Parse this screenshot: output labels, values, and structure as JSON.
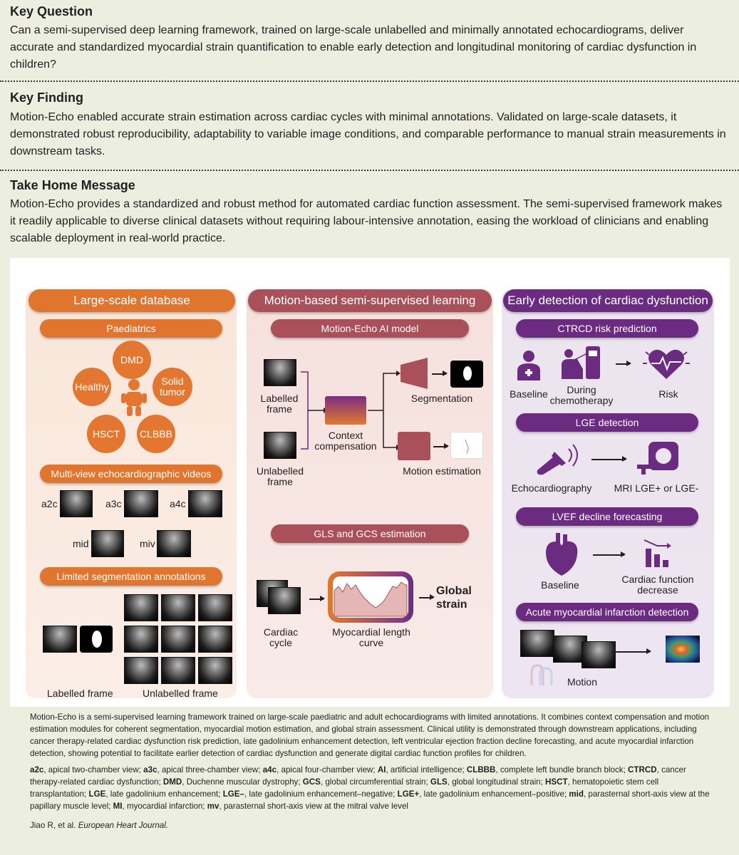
{
  "key_question": {
    "title": "Key Question",
    "text": "Can a semi-supervised deep learning framework, trained on large-scale unlabelled and minimally annotated echocardiograms, deliver accurate and standardized myocardial strain quantification to enable early detection and longitudinal monitoring of cardiac dysfunction in children?"
  },
  "key_finding": {
    "title": "Key Finding",
    "text": "Motion-Echo enabled accurate strain estimation across cardiac cycles with minimal annotations. Validated on large-scale datasets, it demonstrated robust reproducibility, adaptability to variable image conditions, and comparable performance to manual strain measurements in downstream tasks."
  },
  "take_home": {
    "title": "Take Home Message",
    "text": "Motion-Echo provides a standardized and robust method for automated cardiac function assessment. The semi-supervised framework makes it readily applicable to diverse clinical datasets without requiring labour-intensive annotation, easing the workload of clinicians and enabling scalable deployment in real-world practice."
  },
  "col1": {
    "header": "Large-scale database",
    "paediatrics": "Paediatrics",
    "groups": {
      "dmd": "DMD",
      "healthy": "Healthy",
      "solid": "Solid tumor",
      "hsct": "HSCT",
      "clbbb": "CLBBB"
    },
    "multiview": "Multi-view echocardiographic videos",
    "views": {
      "a2c": "a2c",
      "a3c": "a3c",
      "a4c": "a4c",
      "mid": "mid",
      "miv": "miv"
    },
    "limited": "Limited segmentation annotations",
    "labelled": "Labelled frame",
    "unlabelled": "Unlabelled frame"
  },
  "col2": {
    "header": "Motion-based semi-supervised learning",
    "model": "Motion-Echo AI model",
    "labelled": "Labelled frame",
    "unlabelled": "Unlabelled frame",
    "context": "Context compensation",
    "segmentation": "Segmentation",
    "motion": "Motion estimation",
    "gls": "GLS and GCS estimation",
    "cycle": "Cardiac cycle",
    "curve": "Myocardial length curve",
    "global": "Global strain"
  },
  "col3": {
    "header": "Early detection of cardiac dysfunction",
    "ctrcd": "CTRCD risk prediction",
    "baseline": "Baseline",
    "during": "During chemotherapy",
    "risk": "Risk",
    "lge": "LGE detection",
    "echo": "Echocardiography",
    "mri": "MRI LGE+ or LGE-",
    "lvef": "LVEF decline forecasting",
    "baseline2": "Baseline",
    "decrease": "Cardiac function decrease",
    "ami": "Acute myocardial infarction detection",
    "motion": "Motion"
  },
  "description": "Motion-Echo is a semi-supervised learning framework trained on large-scale paediatric and adult echocardiograms with limited annotations. It combines context compensation and motion estimation modules for coherent segmentation, myocardial motion estimation, and global strain assessment. Clinical utility is demonstrated through downstream applications, including cancer therapy-related cardiac dysfunction risk prediction, late gadolinium enhancement detection, left ventricular ejection fraction decline forecasting, and acute myocardial infarction detection, showing potential to facilitate earlier detection of cardiac dysfunction and generate digital cardiac function profiles for children.",
  "abbreviations": [
    {
      "term": "a2c",
      "def": ", apical two-chamber view; "
    },
    {
      "term": "a3c",
      "def": ", apical three-chamber view; "
    },
    {
      "term": "a4c",
      "def": ", apical four-chamber view; "
    },
    {
      "term": "AI",
      "def": ", artificial intelligence; "
    },
    {
      "term": "CLBBB",
      "def": ", complete left bundle branch block; "
    },
    {
      "term": "CTRCD",
      "def": ", cancer therapy-related cardiac dysfunction; "
    },
    {
      "term": "DMD",
      "def": ", Duchenne muscular dystrophy; "
    },
    {
      "term": "GCS",
      "def": ", global circumferential strain; "
    },
    {
      "term": "GLS",
      "def": ", global longitudinal strain; "
    },
    {
      "term": "HSCT",
      "def": ", hematopoietic stem cell transplantation; "
    },
    {
      "term": "LGE",
      "def": ", late gadolinium enhancement; "
    },
    {
      "term": "LGE–",
      "def": ", late gadolinium enhancement–negative; "
    },
    {
      "term": "LGE+",
      "def": ", late gadolinium enhancement–positive; "
    },
    {
      "term": "mid",
      "def": ", parasternal short-axis view at the papillary muscle level; "
    },
    {
      "term": "MI",
      "def": ", myocardial infarction; "
    },
    {
      "term": "mv",
      "def": ", parasternal short-axis view at the mitral valve level"
    }
  ],
  "citation_authors": "Jiao R, et al.",
  "citation_journal": "European Heart Journal.",
  "colors": {
    "orange": "#e0752f",
    "red": "#a9505a",
    "purple": "#6b2b80",
    "background": "#eceee0"
  }
}
